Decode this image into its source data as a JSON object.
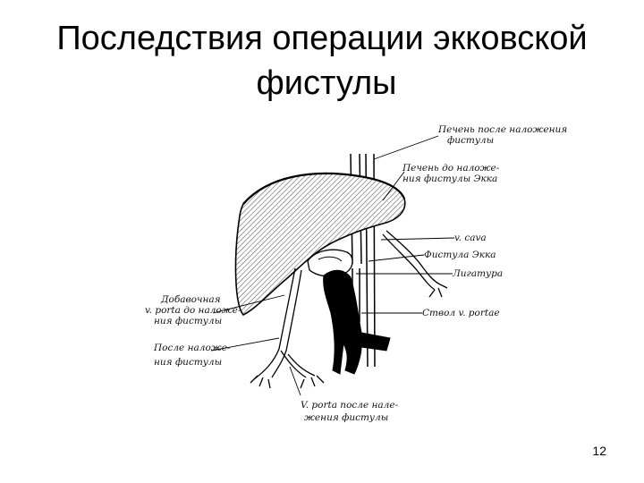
{
  "slide": {
    "title_line1": "Последствия операции экковской",
    "title_line2": "фистулы",
    "page_number": "12"
  },
  "labels": {
    "liver_after": [
      "Печень после наложения",
      "фистулы"
    ],
    "liver_before": [
      "Печень до наложе-",
      "ния фистулы Экка"
    ],
    "v_cava": "v. cava",
    "fistula": "Фистула Экка",
    "ligature": "Лигатура",
    "portal_trunk": "Ствол v. portae",
    "portal_before": [
      "Добавочная",
      "v. porta до наложе-",
      "ния фистулы"
    ],
    "after_fistula": [
      "После наложе-",
      "ния фистулы"
    ],
    "portal_after": [
      "V. porta после нале-",
      "жения фистулы"
    ]
  }
}
